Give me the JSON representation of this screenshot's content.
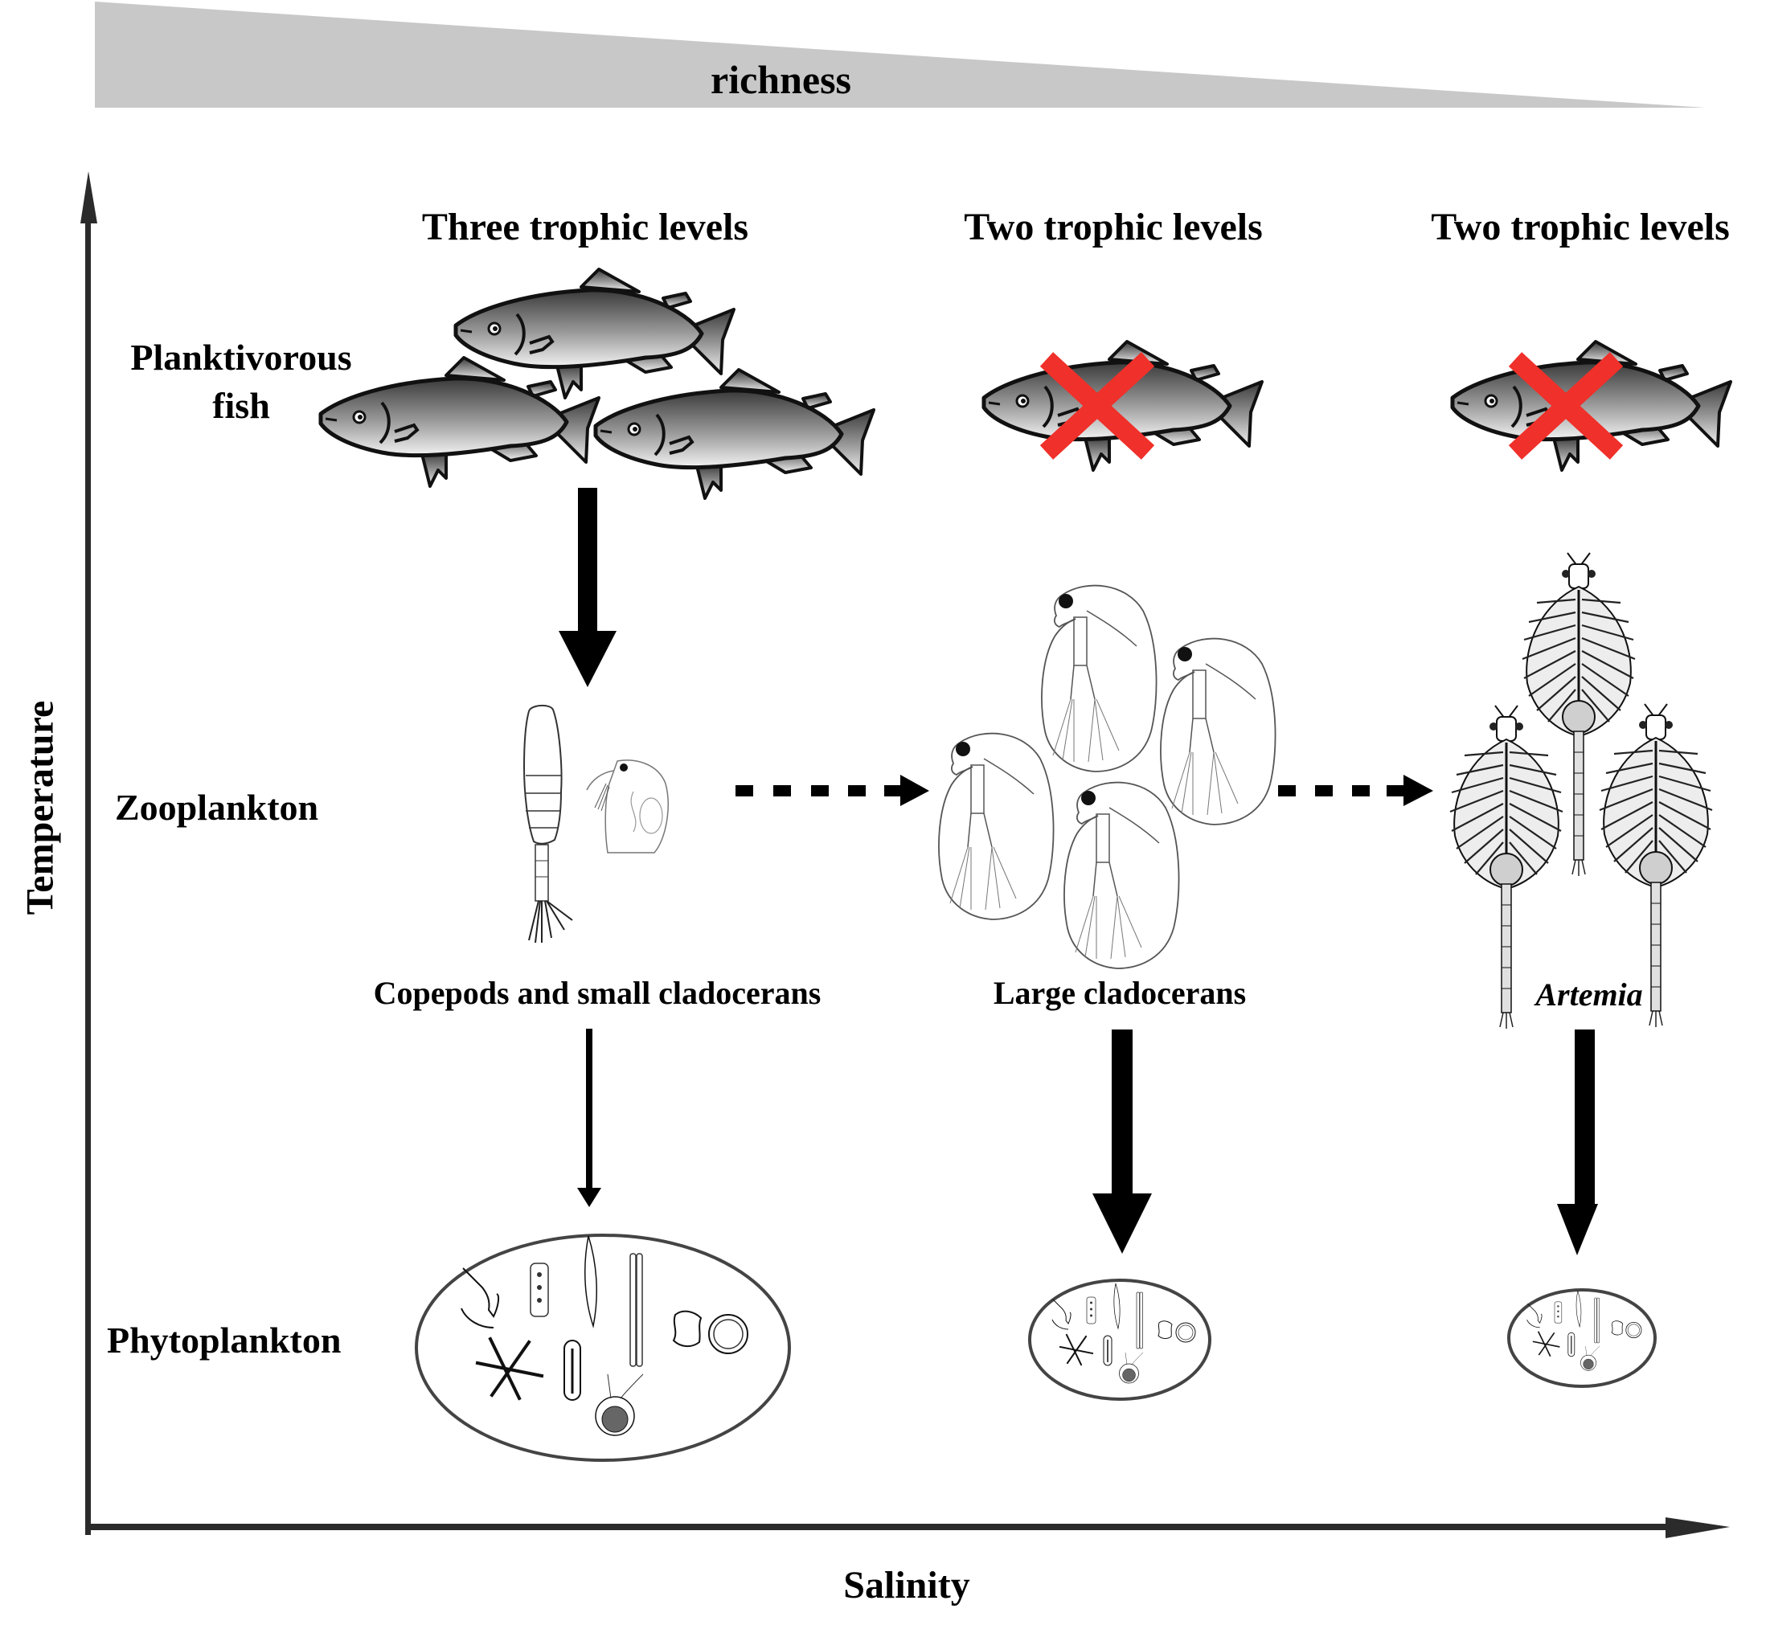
{
  "richness_bar": {
    "label": "richness",
    "fill_color": "#c8c8c8"
  },
  "axes": {
    "y_label": "Temperature",
    "x_label": "Salinity",
    "color": "#2b2b2b"
  },
  "row_labels": {
    "fish": "Planktivorous\nfish",
    "fish_line1": "Planktivorous",
    "fish_line2": "fish",
    "zooplankton": "Zooplankton",
    "phytoplankton": "Phytoplankton"
  },
  "columns": [
    {
      "heading": "Three trophic levels",
      "fish_count": 3,
      "fish_excluded": false,
      "zooplankton_label": "Copepods and small cladocerans",
      "zooplankton_italic": false,
      "fish_to_zoo_arrow": "thick",
      "zoo_to_phyto_arrow": "thin",
      "phytoplankton_size": "large"
    },
    {
      "heading": "Two trophic levels",
      "fish_count": 1,
      "fish_excluded": true,
      "zooplankton_label": "Large cladocerans",
      "zooplankton_italic": false,
      "fish_to_zoo_arrow": "none",
      "zoo_to_phyto_arrow": "thick",
      "phytoplankton_size": "medium"
    },
    {
      "heading": "Two trophic levels",
      "fish_count": 1,
      "fish_excluded": true,
      "zooplankton_label": "Artemia",
      "zooplankton_italic": true,
      "fish_to_zoo_arrow": "none",
      "zoo_to_phyto_arrow": "thick",
      "phytoplankton_size": "small"
    }
  ],
  "transitions": [
    {
      "from": "Copepods and small cladocerans",
      "to": "Large cladocerans",
      "style": "dashed"
    },
    {
      "from": "Large cladocerans",
      "to": "Artemia",
      "style": "dashed"
    }
  ],
  "colors": {
    "exclusion_x": "#f0302a",
    "arrow": "#000000",
    "ellipse_stroke": "#444444"
  }
}
